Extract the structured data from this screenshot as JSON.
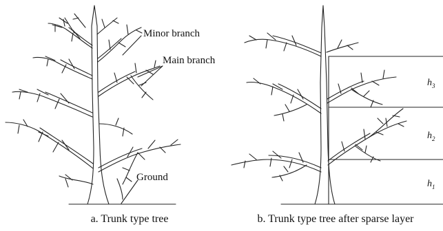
{
  "figure_a": {
    "caption": "a. Trunk type tree",
    "labels": {
      "minor_branch": "Minor branch",
      "main_branch": "Main branch",
      "ground": "Ground"
    }
  },
  "figure_b": {
    "caption": "b. Trunk type tree after sparse layer",
    "heights": [
      {
        "letter": "h",
        "sub": "3"
      },
      {
        "letter": "h",
        "sub": "2"
      },
      {
        "letter": "h",
        "sub": "1"
      }
    ]
  },
  "colors": {
    "line": "#222222",
    "background": "#ffffff"
  }
}
